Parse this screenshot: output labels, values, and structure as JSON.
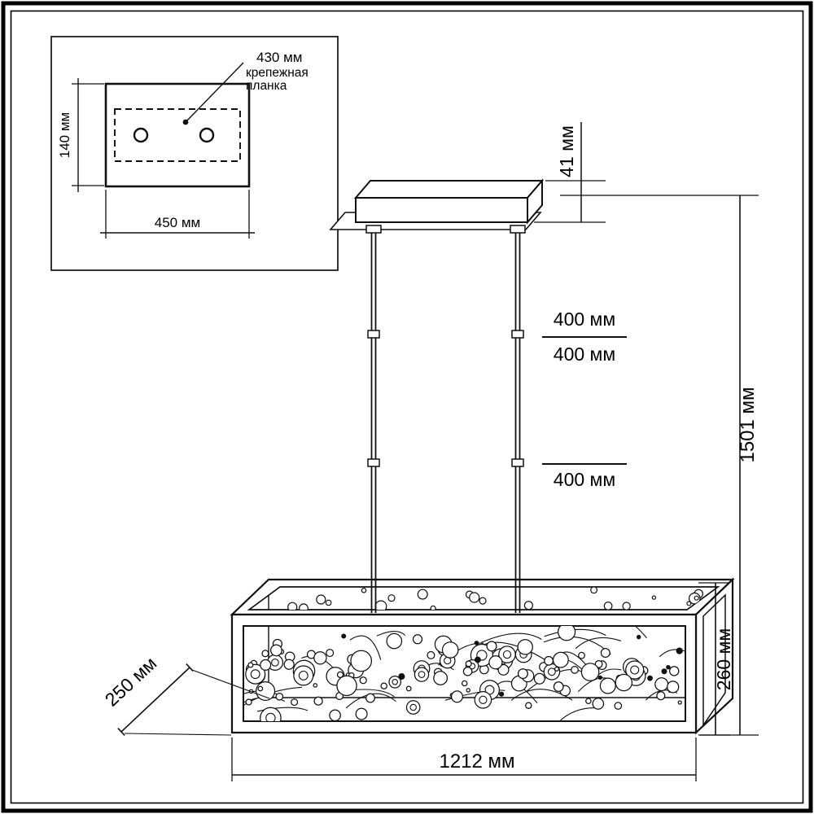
{
  "inset": {
    "leader_label": "430 мм",
    "plate_name_line1": "крепежная",
    "plate_name_line2": "планка",
    "plate_height": "140 мм",
    "plate_width": "450 мм"
  },
  "fixture": {
    "canopy_height": "41 мм",
    "rod_segment_top": "400 мм",
    "rod_segment_middle": "400 мм",
    "rod_segment_bottom": "400 мм",
    "overall_height": "1501 мм",
    "body_height": "260 мм",
    "body_width": "1212 мм",
    "body_depth": "250 мм"
  },
  "colors": {
    "line": "#111111",
    "background": "#ffffff"
  }
}
